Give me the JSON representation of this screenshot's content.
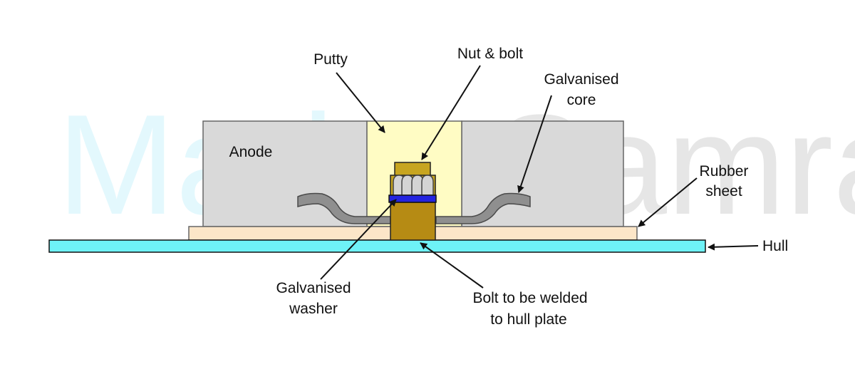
{
  "watermark": {
    "part1": "Marine",
    "part2": "Samraj",
    "color1": "#e3f8fd",
    "color2": "#e6e6e6"
  },
  "labels": {
    "putty": "Putty",
    "nut_bolt": "Nut & bolt",
    "galvanised_core_line1": "Galvanised",
    "galvanised_core_line2": "core",
    "anode": "Anode",
    "rubber_sheet_line1": "Rubber",
    "rubber_sheet_line2": "sheet",
    "hull": "Hull",
    "galvanised_washer_line1": "Galvanised",
    "galvanised_washer_line2": "washer",
    "bolt_weld_line1": "Bolt to be welded",
    "bolt_weld_line2": "to hull plate"
  },
  "colors": {
    "anode": "#d9d9d9",
    "putty": "#fffcc4",
    "hull": "#6ef2f7",
    "rubber": "#fce6c8",
    "core": "#8f8f8f",
    "bolt": "#b68b14",
    "nut": "#c7a520",
    "nut_lobes": "#d4d4d4",
    "washer": "#2424e0"
  }
}
